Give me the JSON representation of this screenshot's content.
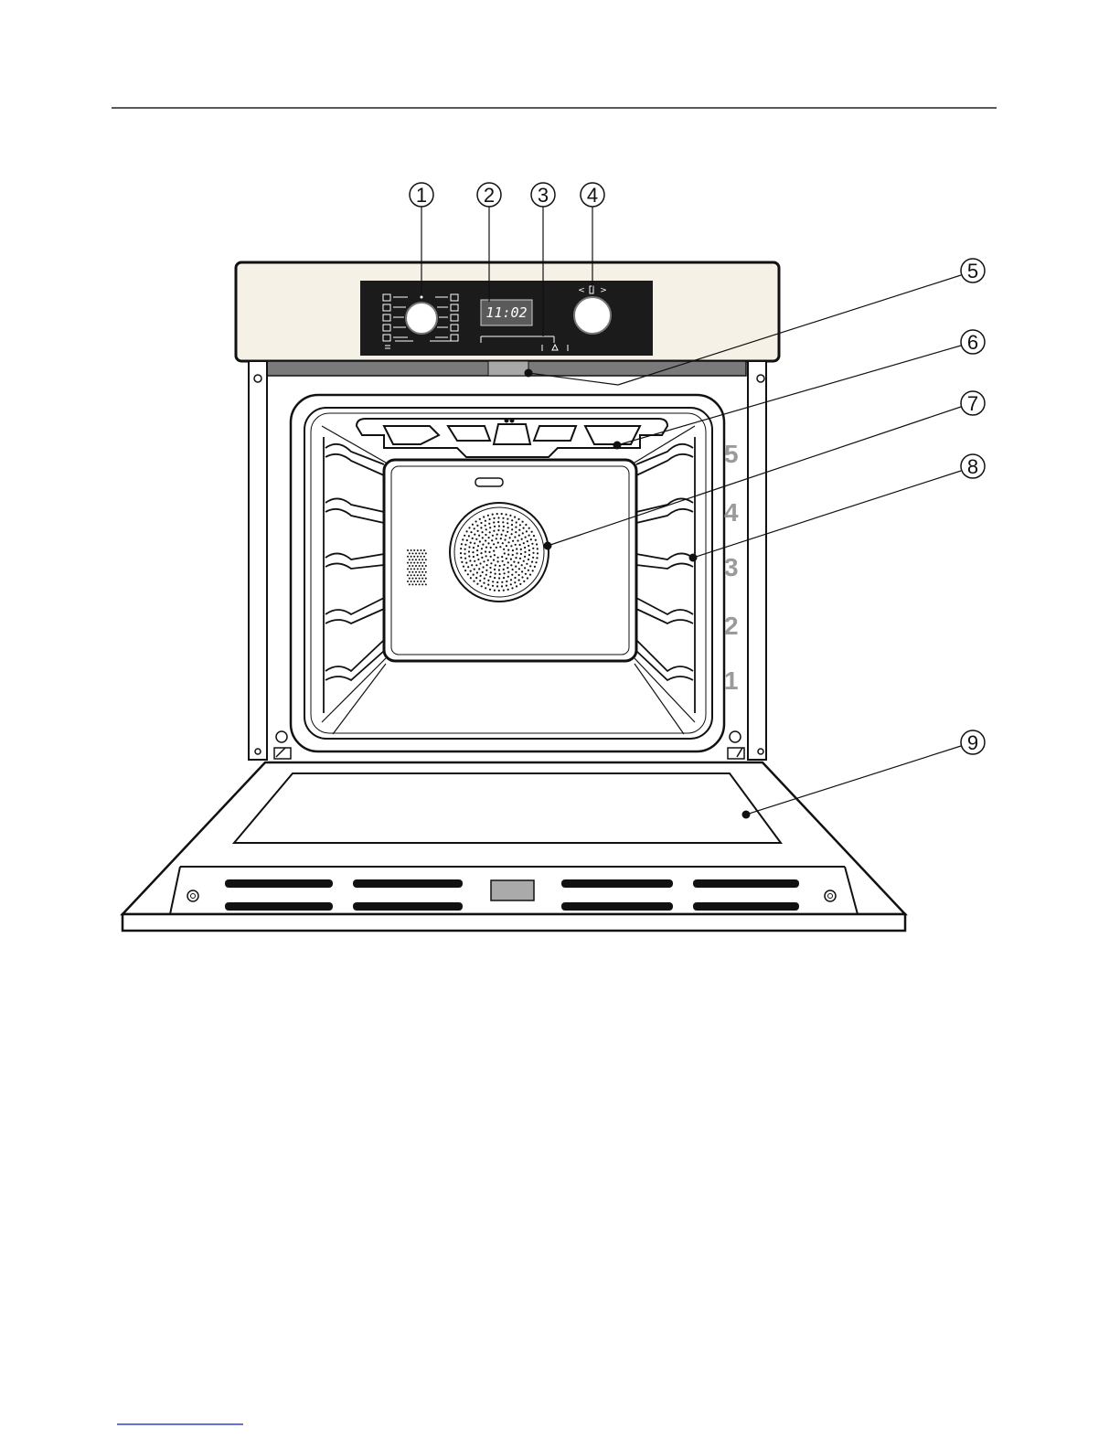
{
  "callouts": [
    {
      "number": "1"
    },
    {
      "number": "2"
    },
    {
      "number": "3"
    },
    {
      "number": "4"
    },
    {
      "number": "5"
    },
    {
      "number": "6"
    },
    {
      "number": "7"
    },
    {
      "number": "8"
    },
    {
      "number": "9"
    }
  ],
  "display": {
    "time": "11:02"
  },
  "knob_right": {
    "left_arrow": "<",
    "right_arrow": ">"
  },
  "shelf_levels": [
    "5",
    "4",
    "3",
    "2",
    "1"
  ],
  "colors": {
    "panel_cream": "#f6f1e6",
    "control_panel": "#1b1b1b",
    "display_bg": "#5a5a5a",
    "shelf_numbers": "#9a9a9a",
    "footer_link": "#3344cc"
  }
}
